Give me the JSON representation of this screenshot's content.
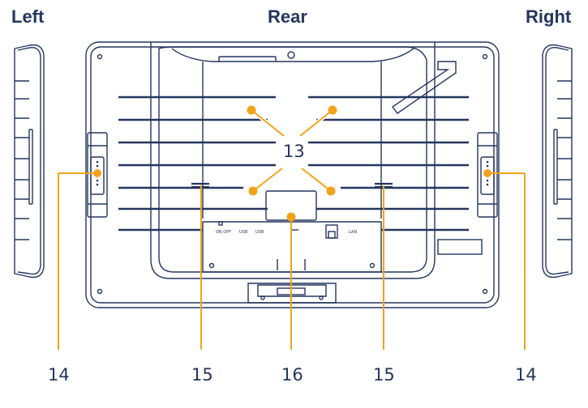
{
  "views": {
    "left": "Left",
    "rear": "Rear",
    "right": "Right"
  },
  "callouts": {
    "vesa_mount": "13",
    "side_left": "14",
    "side_right": "14",
    "slot_left": "15",
    "slot_right": "15",
    "stand_center": "16"
  },
  "ports": {
    "power": "ON OFF",
    "usb_1": "USB",
    "usb_2": "USB",
    "lan": "LAN"
  },
  "colors": {
    "outline": "#24365f",
    "callout": "#f2a31a"
  }
}
